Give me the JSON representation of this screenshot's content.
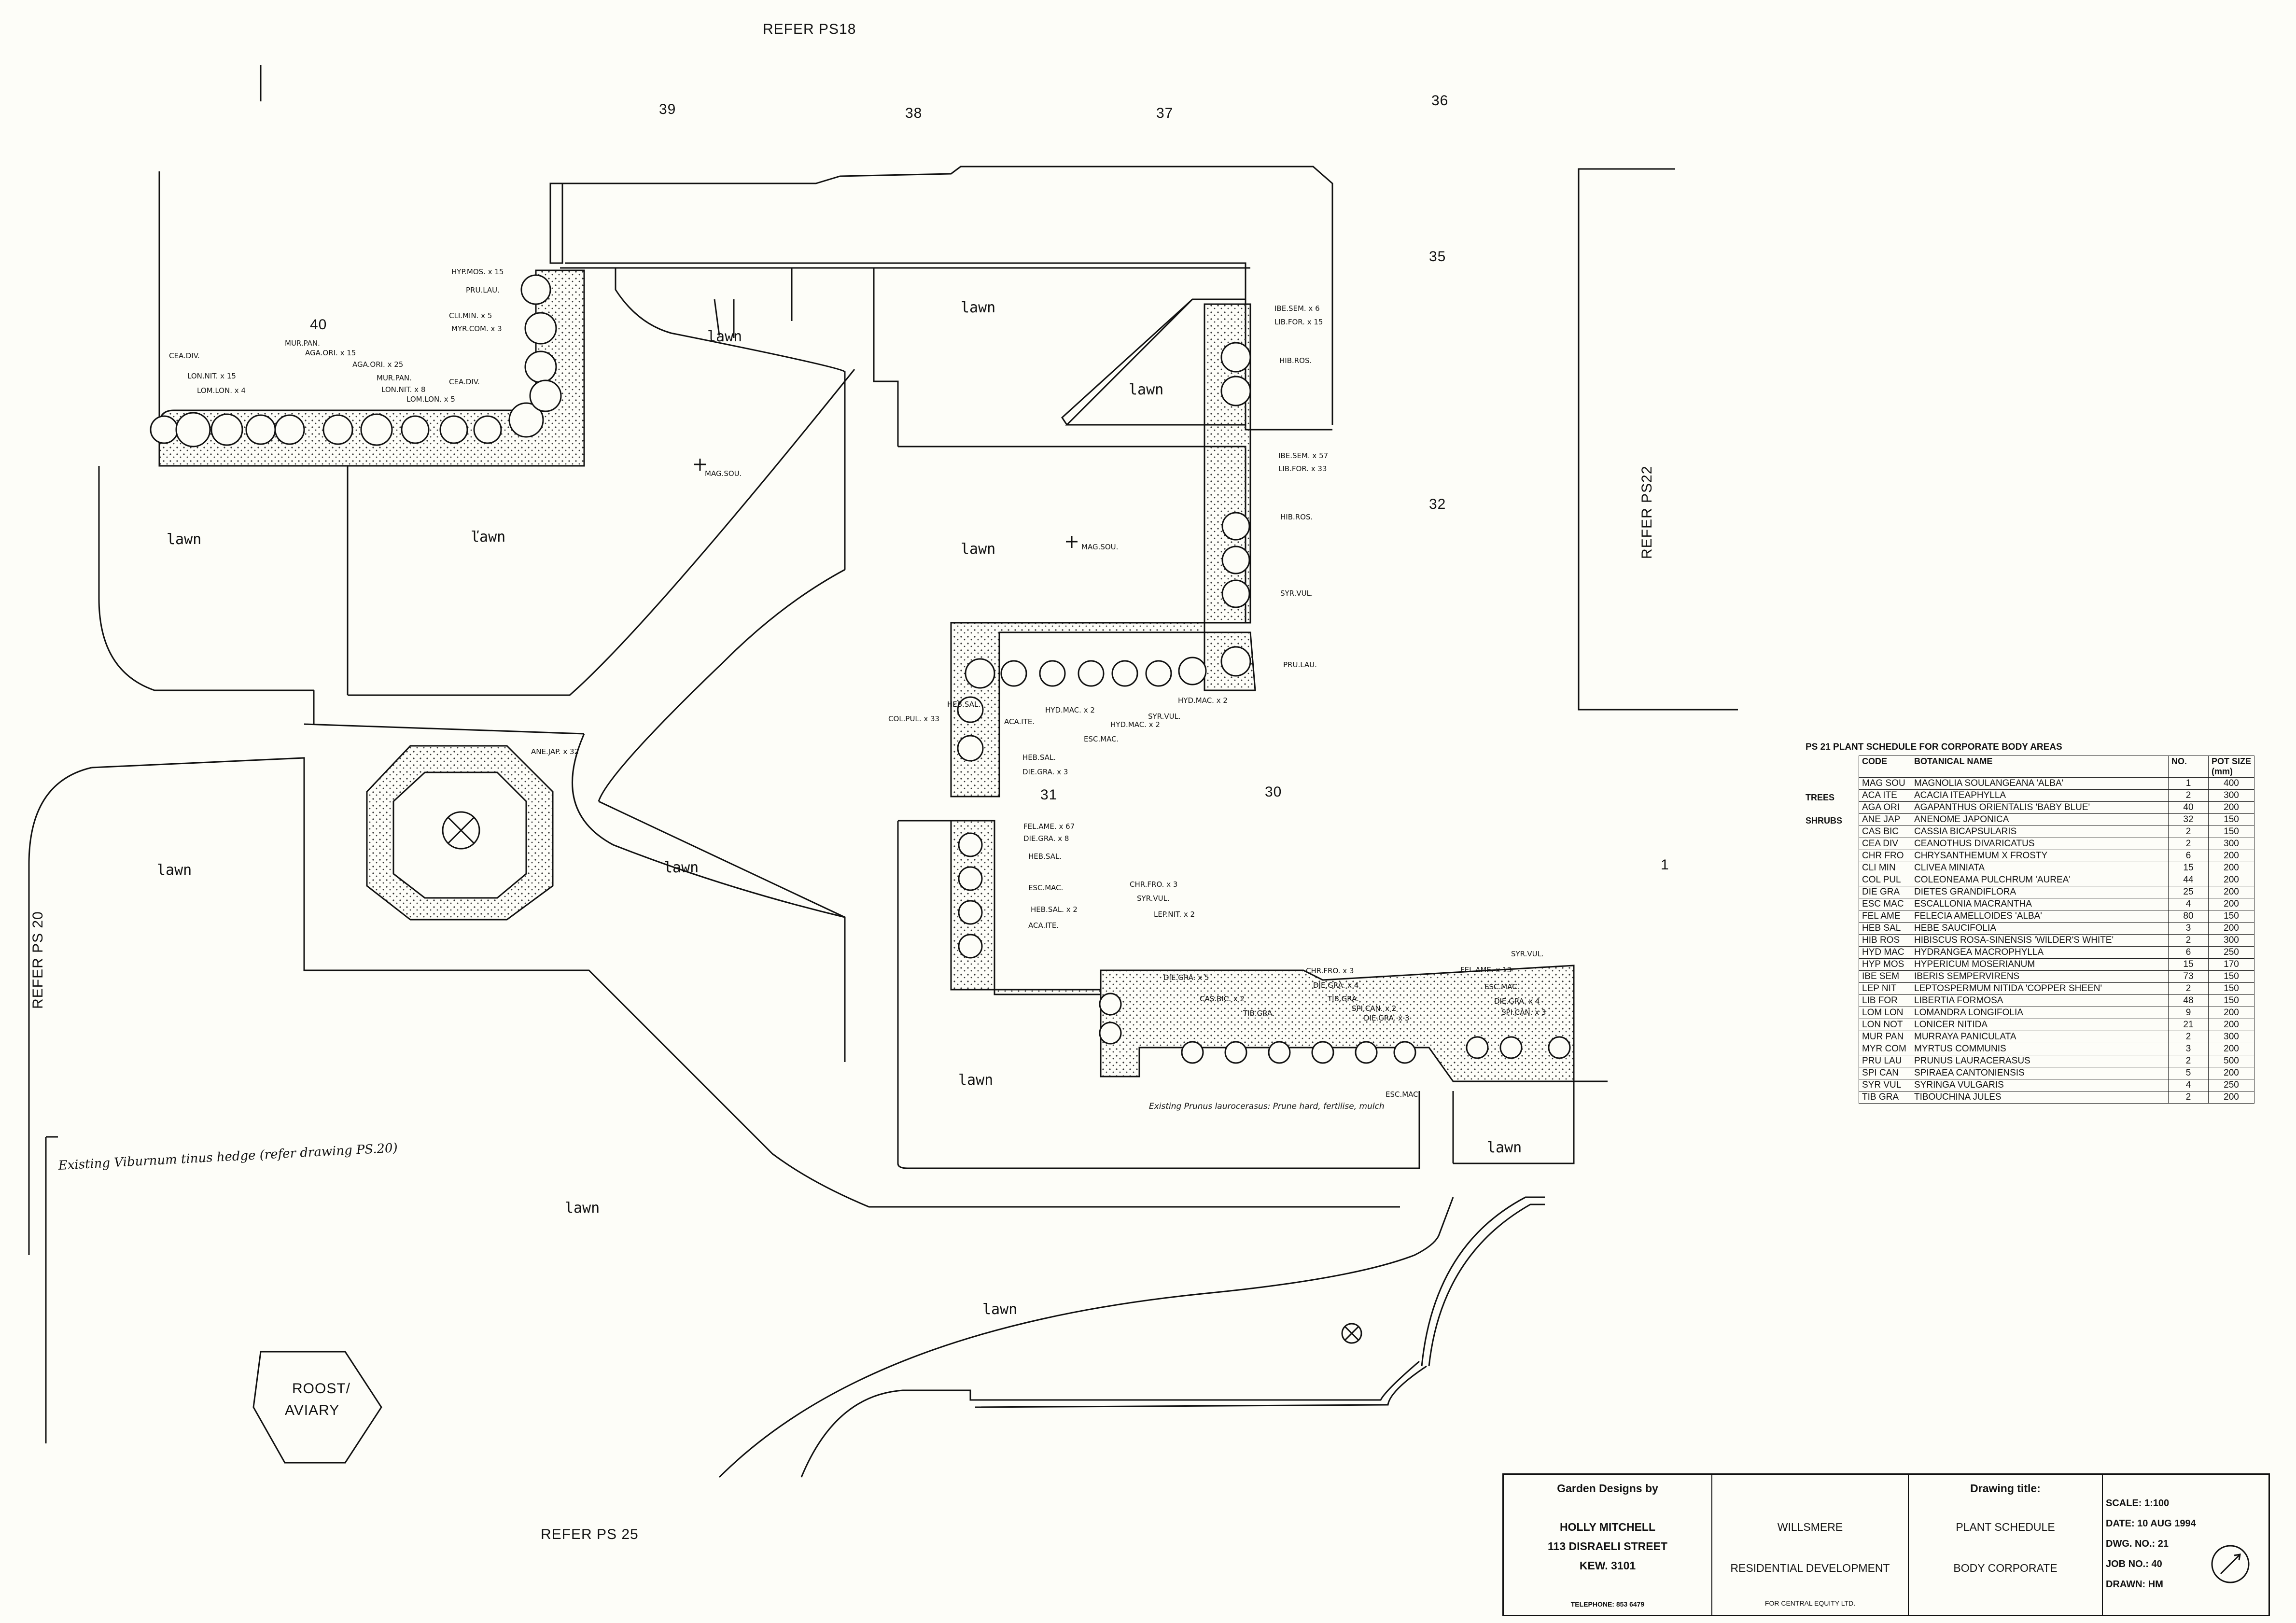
{
  "refs": {
    "top": "REFER PS18",
    "right": "REFER PS22",
    "left": "REFER PS 20",
    "bottom": "REFER PS 25"
  },
  "lot_numbers": [
    "39",
    "38",
    "37",
    "36",
    "35",
    "32",
    "40",
    "31",
    "30",
    "1"
  ],
  "lawn_label": "lawn",
  "lawn_alt_label": "ľawn",
  "roost_label_1": "ROOST/",
  "roost_label_2": "AVIARY",
  "hedge_note": "Existing Viburnum tinus hedge (refer drawing PS.20)",
  "prune_note": "Existing Prunus laurocerasus: Prune hard, fertilise, mulch",
  "plant_tags": {
    "mag1": "MAG.SOU.",
    "mag2": "MAG.SOU.",
    "ane": "ANE.JAP. x 32",
    "cea_div": "CEA.DIV.",
    "lon_nit": "LON.NIT. x 15",
    "lom_lon": "LOM.LON. x 4",
    "mur_pan": "MUR.PAN.",
    "aga_ori": "AGA.ORI. x 15",
    "aga_ori2": "AGA.ORI. x 25",
    "mur_pan2": "MUR.PAN.",
    "lon_nit2": "LON.NIT. x 8",
    "lom_lon2": "LOM.LON. x 5",
    "hyp_mos": "HYP.MOS. x 15",
    "pru_lau": "PRU.LAU.",
    "cli_min": "CLI.MIN. x 5",
    "myr_com": "MYR.COM. x 3",
    "cea_div2": "CEA.DIV.",
    "ibe_sem": "IBE.SEM. x 6",
    "lib_for": "LIB.FOR. x 15",
    "hib_ros": "HIB.ROS.",
    "ibe_sem2": "IBE.SEM. x 57",
    "lib_for2": "LIB.FOR. x 33",
    "hib_ros2": "HIB.ROS.",
    "syr_vul": "SYR.VUL.",
    "pru_lau2": "PRU.LAU.",
    "hyd_mac": "HYD.MAC. x 2",
    "syr_vul2": "SYR.VUL.",
    "hyd_mac2": "HYD.MAC. x 2",
    "hyd_mac3": "HYD.MAC. x 2",
    "esc_mac": "ESC.MAC.",
    "heb_sal": "HEB.SAL.",
    "col_pul": "COL.PUL. x 33",
    "aca_ite": "ACA.ITE.",
    "heb_sal2": "HEB.SAL.",
    "die_gra": "DIE.GRA. x 3",
    "fel_ame": "FEL.AME. x 67",
    "die_gra2": "DIE.GRA. x 8",
    "heb_sal3": "HEB.SAL.",
    "esc_mac2": "ESC.MAC.",
    "heb_sal4": "HEB.SAL. x 2",
    "aca_ite2": "ACA.ITE.",
    "chr_fro": "CHR.FRO. x 3",
    "syr_vul3": "SYR.VUL.",
    "lep_nit": "LEP.NIT. x 2",
    "chr_fro2": "CHR.FRO. x 3",
    "die_gra3": "DIE.GRA. x 5",
    "cas_bic": "CAS.BIC. x 2",
    "tib_gra": "TIB.GRA.",
    "die_gra4": "DIE.GRA. x 4",
    "tib_gra2": "TIB.GRA.",
    "spi_can": "SPI.CAN. x 2",
    "die_gra5": "DIE.GRA. x 3",
    "fel_ame2": "FEL.AME. x 13",
    "esc_mac3": "ESC.MAC.",
    "die_gra6": "DIE.GRA. x 4",
    "spi_can2": "SPI.CAN. x 3",
    "syr_vul4": "SYR.VUL.",
    "esc_mac4": "ESC.MAC."
  },
  "schedule": {
    "title": "PS 21 PLANT SCHEDULE FOR CORPORATE BODY AREAS",
    "headers": [
      "CODE",
      "BOTANICAL NAME",
      "NO.",
      "POT SIZE (mm)"
    ],
    "trees_label": "TREES",
    "shrubs_label": "SHRUBS",
    "trees": [
      [
        "MAG SOU",
        "MAGNOLIA SOULANGEANA 'ALBA'",
        "1",
        "400"
      ]
    ],
    "shrubs": [
      [
        "ACA ITE",
        "ACACIA ITEAPHYLLA",
        "2",
        "300"
      ],
      [
        "AGA ORI",
        "AGAPANTHUS ORIENTALIS 'BABY BLUE'",
        "40",
        "200"
      ],
      [
        "ANE JAP",
        "ANENOME JAPONICA",
        "32",
        "150"
      ],
      [
        "CAS BIC",
        "CASSIA BICAPSULARIS",
        "2",
        "150"
      ],
      [
        "CEA DIV",
        "CEANOTHUS DIVARICATUS",
        "2",
        "300"
      ],
      [
        "CHR FRO",
        "CHRYSANTHEMUM X FROSTY",
        "6",
        "200"
      ],
      [
        "CLI MIN",
        "CLIVEA MINIATA",
        "15",
        "200"
      ],
      [
        "COL PUL",
        "COLEONEAMA PULCHRUM 'AUREA'",
        "44",
        "200"
      ],
      [
        "DIE GRA",
        "DIETES GRANDIFLORA",
        "25",
        "200"
      ],
      [
        "ESC MAC",
        "ESCALLONIA MACRANTHA",
        "4",
        "200"
      ],
      [
        "FEL AME",
        "FELECIA AMELLOIDES 'ALBA'",
        "80",
        "150"
      ],
      [
        "HEB SAL",
        "HEBE SAUCIFOLIA",
        "3",
        "200"
      ],
      [
        "HIB ROS",
        "HIBISCUS ROSA-SINENSIS 'WILDER'S WHITE'",
        "2",
        "300"
      ],
      [
        "HYD MAC",
        "HYDRANGEA MACROPHYLLA",
        "6",
        "250"
      ],
      [
        "HYP MOS",
        "HYPERICUM MOSERIANUM",
        "15",
        "170"
      ],
      [
        "IBE SEM",
        "IBERIS SEMPERVIRENS",
        "73",
        "150"
      ],
      [
        "LEP NIT",
        "LEPTOSPERMUM NITIDA 'COPPER SHEEN'",
        "2",
        "150"
      ],
      [
        "LIB FOR",
        "LIBERTIA FORMOSA",
        "48",
        "150"
      ],
      [
        "LOM LON",
        "LOMANDRA LONGIFOLIA",
        "9",
        "200"
      ],
      [
        "LON NOT",
        "LONICER NITIDA",
        "21",
        "200"
      ],
      [
        "MUR PAN",
        "MURRAYA PANICULATA",
        "2",
        "300"
      ],
      [
        "MYR COM",
        "MYRTUS COMMUNIS",
        "3",
        "200"
      ],
      [
        "PRU LAU",
        "PRUNUS LAURACERASUS",
        "2",
        "500"
      ],
      [
        "SPI CAN",
        "SPIRAEA CANTONIENSIS",
        "5",
        "200"
      ],
      [
        "SYR VUL",
        "SYRINGA VULGARIS",
        "4",
        "250"
      ],
      [
        "TIB GRA",
        "TIBOUCHINA JULES",
        "2",
        "200"
      ]
    ]
  },
  "titleblock": {
    "designer_heading": "Garden Designs by",
    "designer_name": "HOLLY MITCHELL",
    "designer_street": "113 DISRAELI STREET",
    "designer_suburb": "KEW.  3101",
    "telephone": "TELEPHONE: 853 6479",
    "project_name": "WILLSMERE",
    "project_sub": "RESIDENTIAL DEVELOPMENT",
    "client": "FOR CENTRAL EQUITY LTD.",
    "drawing_heading": "Drawing title:",
    "drawing_title_1": "PLANT SCHEDULE",
    "drawing_title_2": "BODY CORPORATE",
    "scale": "SCALE: 1:100",
    "date": "DATE: 10 AUG 1994",
    "dwg_no": "DWG. NO.: 21",
    "job_no": "JOB NO.: 40",
    "drawn": "DRAWN:  HM"
  }
}
